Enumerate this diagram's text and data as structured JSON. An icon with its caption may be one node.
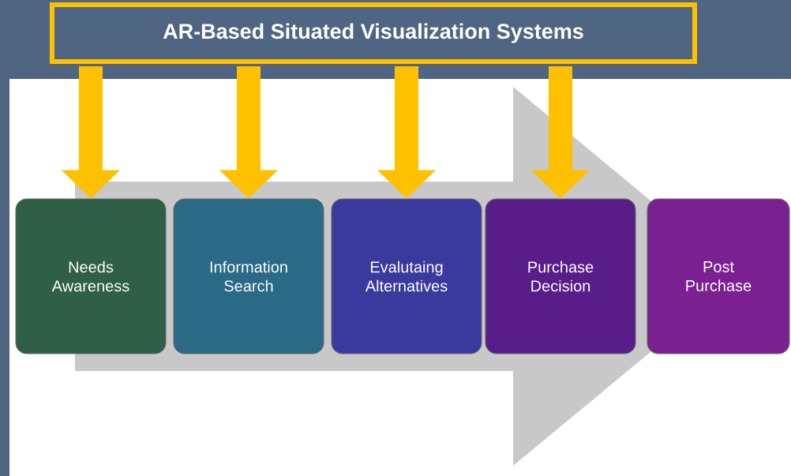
{
  "diagram": {
    "nodes": [
      {
        "text": [
          "AR-Based Situated Visualization Systems"
        ]
      },
      {
        "text": [
          "Needs Awareness"
        ]
      },
      {
        "text": [
          "Information Search"
        ]
      },
      {
        "text": [
          "Evalutaing Alternatives"
        ]
      },
      {
        "text": [
          "Purchase Decision"
        ]
      },
      {
        "text": [
          "Post Purchase"
        ]
      }
    ],
    "edges": [
      {
        "from": 0,
        "to": 1,
        "arrow": "to"
      },
      {
        "from": 0,
        "to": 2,
        "arrow": "to"
      },
      {
        "from": 0,
        "to": 3,
        "arrow": "to"
      },
      {
        "from": 0,
        "to": 4,
        "arrow": "to"
      },
      {
        "from": 1,
        "to": 5,
        "arrow": "to",
        "style": "thick",
        "color": "#c8c8c8"
      }
    ]
  }
}
